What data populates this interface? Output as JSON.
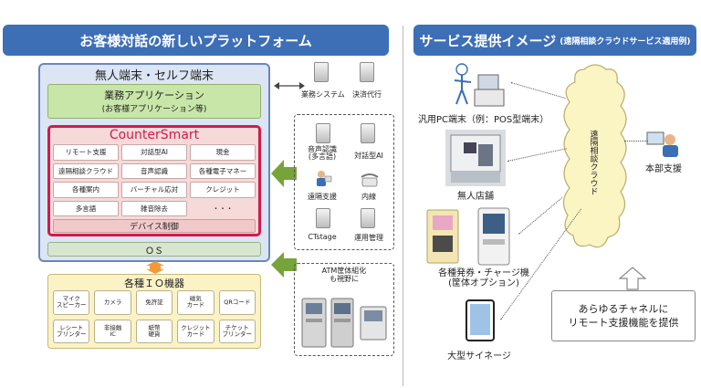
{
  "left_title": "お客様対話の新しいプラットフォーム",
  "right_title": "サービス提供イメージ",
  "right_title_note": "(遠隔相談クラウドサービス適用例)",
  "terminal_title": "無人端末・セルフ端末",
  "app_title": "業務アプリケーション",
  "app_subtitle": "(お客様アプリケーション等)",
  "platform_name": "CounterSmart",
  "features": [
    "リモート支援",
    "対話型AI",
    "現金",
    "遠隔相談クラウド",
    "音声認識",
    "各種電子マネー",
    "各種案内",
    "バーチャル応対",
    "クレジット",
    "多言語",
    "雑音除去",
    "・・・"
  ],
  "device_control": "デバイス制御",
  "os_label": "ＯＳ",
  "io_title": "各種ＩＯ機器",
  "io_devices": [
    "マイク\nスピーカー",
    "カメラ",
    "免許証",
    "磁気\nカード",
    "QRコード",
    "レシート\nプリンター",
    "非接触\nIC",
    "紙幣\n硬貨",
    "クレジット\nカード",
    "チケット\nプリンター"
  ],
  "systems": [
    "業務システム",
    "決済代行"
  ],
  "services": [
    "音声認識\n(多言語)",
    "対話型AI",
    "遠隔支援",
    "内線",
    "CTstage",
    "運用管理"
  ],
  "atm_note": "ATM筐体組化\nも視野に",
  "pos_label": "汎用PC端末（例：POS型端末）",
  "store_label": "無人店舗",
  "kiosk_label": "各種発券・チャージ機\n(筐体オプション)",
  "signage_label": "大型サイネージ",
  "cloud_label": "遠隔相談クラウド",
  "hq_label": "本部支援",
  "callout": "あらゆるチャネルに\nリモート支援機能を提供"
}
